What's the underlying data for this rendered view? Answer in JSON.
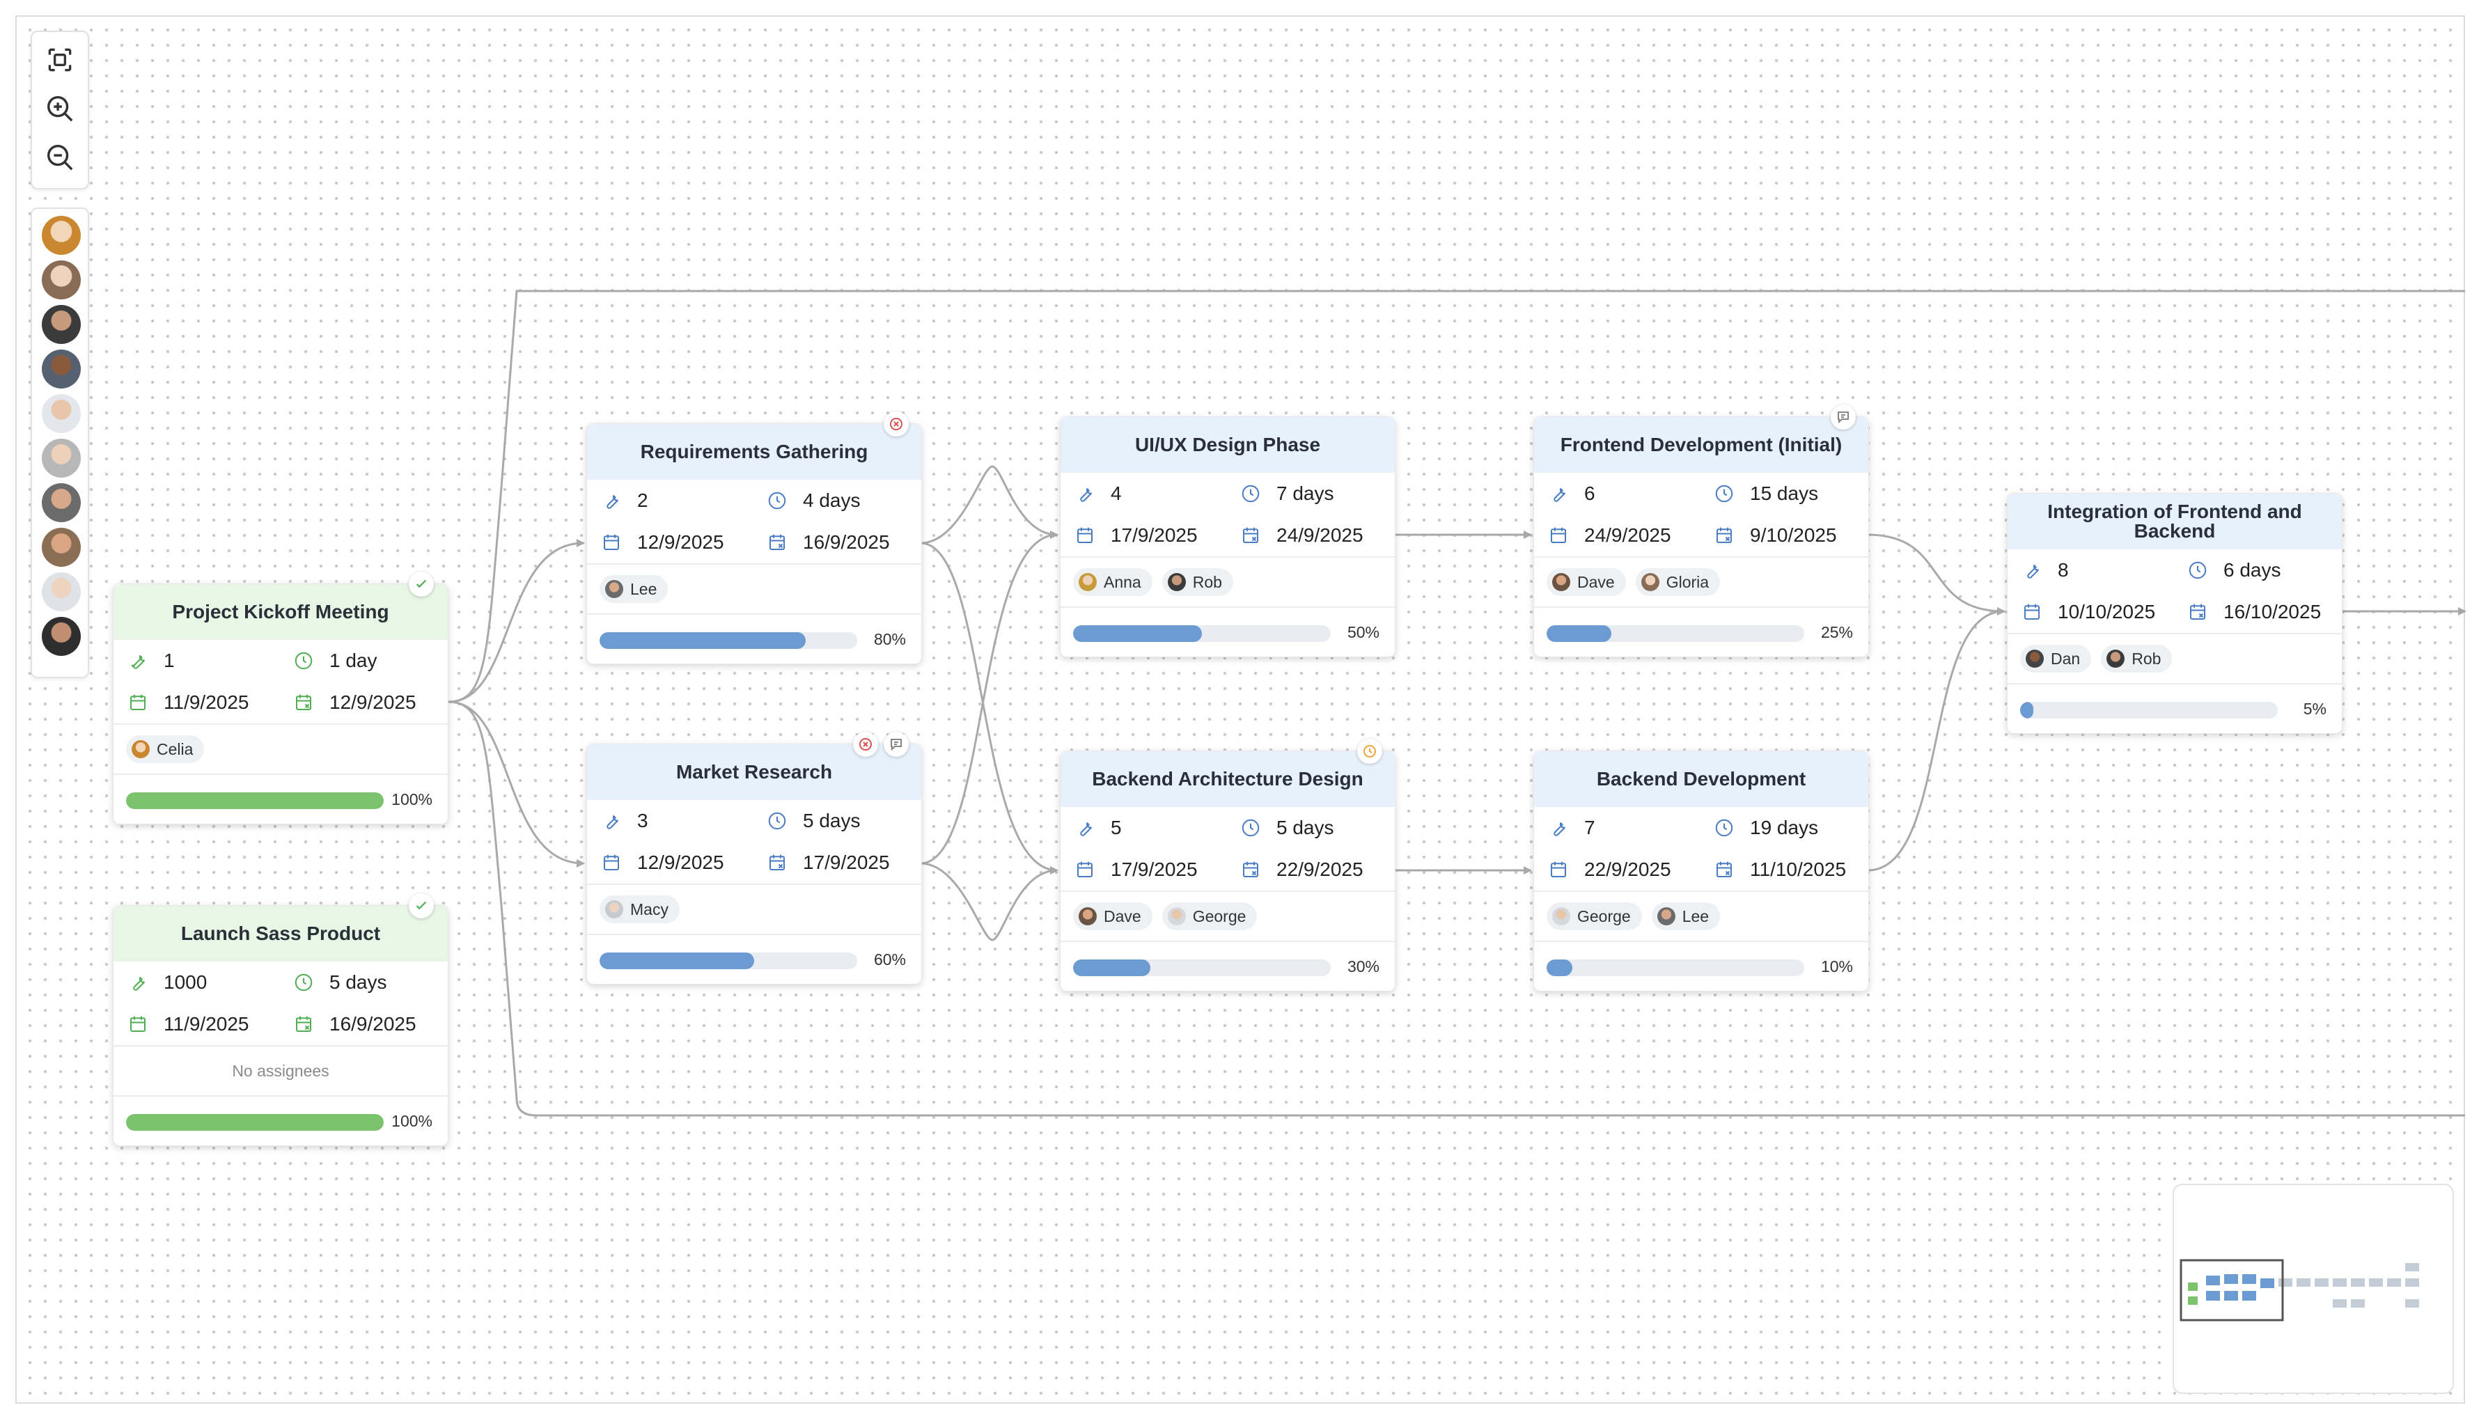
{
  "toolbar": {
    "fit_icon": "fit-view-icon",
    "zoom_in_icon": "zoom-in-icon",
    "zoom_out_icon": "zoom-out-icon"
  },
  "people": [
    "Celia",
    "Gloria",
    "Rob",
    "Dan",
    "George",
    "Anna",
    "Lee",
    "Dave",
    "Macy",
    "Rob"
  ],
  "colors": {
    "progress_blue": "#6b9bd1",
    "progress_green": "#7cc36d",
    "header_blue": "#e7f1fb",
    "header_green": "#e8f6e6",
    "icon_blue": "#4a7cc3",
    "icon_green": "#4fae52",
    "edge": "#a9a9a9",
    "badge_red": "#d9534f",
    "badge_orange": "#f0a33a"
  },
  "tasks": {
    "kickoff": {
      "title": "Project Kickoff Meeting",
      "id": "1",
      "duration": "1 day",
      "start": "11/9/2025",
      "end": "12/9/2025",
      "assignees": [
        "Celia"
      ],
      "progress": 100,
      "progress_label": "100%"
    },
    "launch": {
      "title": "Launch Sass Product",
      "id": "1000",
      "duration": "5 days",
      "start": "11/9/2025",
      "end": "16/9/2025",
      "no_assignees": "No assignees",
      "progress": 100,
      "progress_label": "100%"
    },
    "requirements": {
      "title": "Requirements Gathering",
      "id": "2",
      "duration": "4 days",
      "start": "12/9/2025",
      "end": "16/9/2025",
      "assignees": [
        "Lee"
      ],
      "progress": 80,
      "progress_label": "80%"
    },
    "market": {
      "title": "Market Research",
      "id": "3",
      "duration": "5 days",
      "start": "12/9/2025",
      "end": "17/9/2025",
      "assignees": [
        "Macy"
      ],
      "progress": 60,
      "progress_label": "60%"
    },
    "uiux": {
      "title": "UI/UX Design Phase",
      "id": "4",
      "duration": "7 days",
      "start": "17/9/2025",
      "end": "24/9/2025",
      "assignees": [
        "Anna",
        "Rob"
      ],
      "progress": 50,
      "progress_label": "50%"
    },
    "backend_arch": {
      "title": "Backend Architecture Design",
      "id": "5",
      "duration": "5 days",
      "start": "17/9/2025",
      "end": "22/9/2025",
      "assignees": [
        "Dave",
        "George"
      ],
      "progress": 30,
      "progress_label": "30%"
    },
    "frontend": {
      "title": "Frontend Development (Initial)",
      "id": "6",
      "duration": "15 days",
      "start": "24/9/2025",
      "end": "9/10/2025",
      "assignees": [
        "Dave",
        "Gloria"
      ],
      "progress": 25,
      "progress_label": "25%"
    },
    "backend_dev": {
      "title": "Backend Development",
      "id": "7",
      "duration": "19 days",
      "start": "22/9/2025",
      "end": "11/10/2025",
      "assignees": [
        "George",
        "Lee"
      ],
      "progress": 10,
      "progress_label": "10%"
    },
    "integration": {
      "title": "Integration of Frontend and Backend",
      "id": "8",
      "duration": "6 days",
      "start": "10/10/2025",
      "end": "16/10/2025",
      "assignees": [
        "Dan",
        "Rob"
      ],
      "progress": 5,
      "progress_label": "5%"
    }
  }
}
